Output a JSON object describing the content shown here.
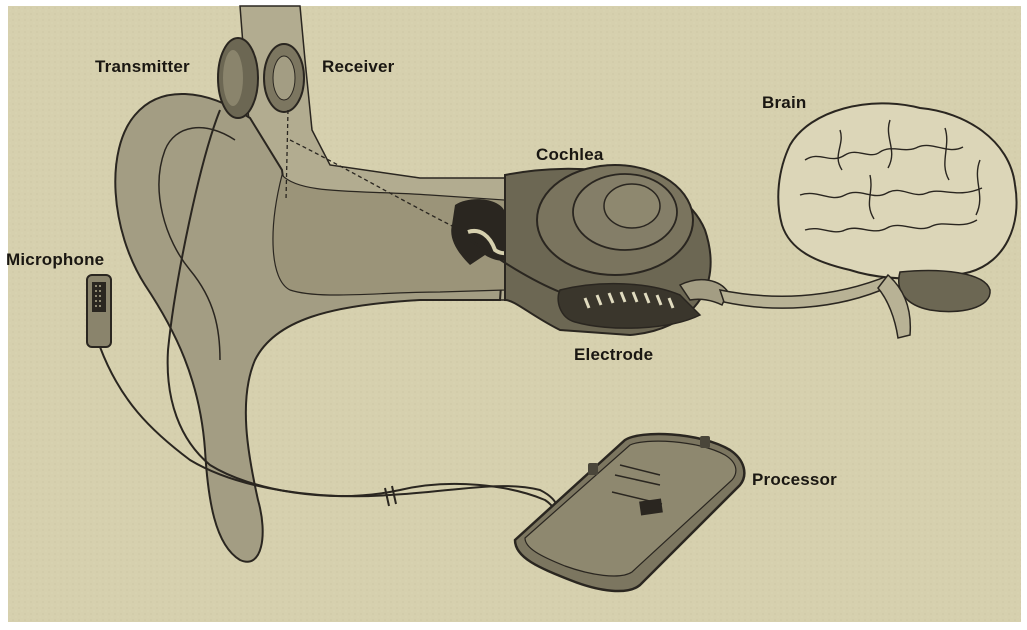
{
  "diagram": {
    "labels": {
      "transmitter": "Transmitter",
      "receiver": "Receiver",
      "brain": "Brain",
      "cochlea": "Cochlea",
      "microphone": "Microphone",
      "electrode": "Electrode",
      "processor": "Processor"
    },
    "colors": {
      "background": "#d6d0ae",
      "tissue": "#a39d83",
      "tissue_dark": "#6c6753",
      "outline": "#2a2620",
      "ink": "#1a1712"
    }
  }
}
